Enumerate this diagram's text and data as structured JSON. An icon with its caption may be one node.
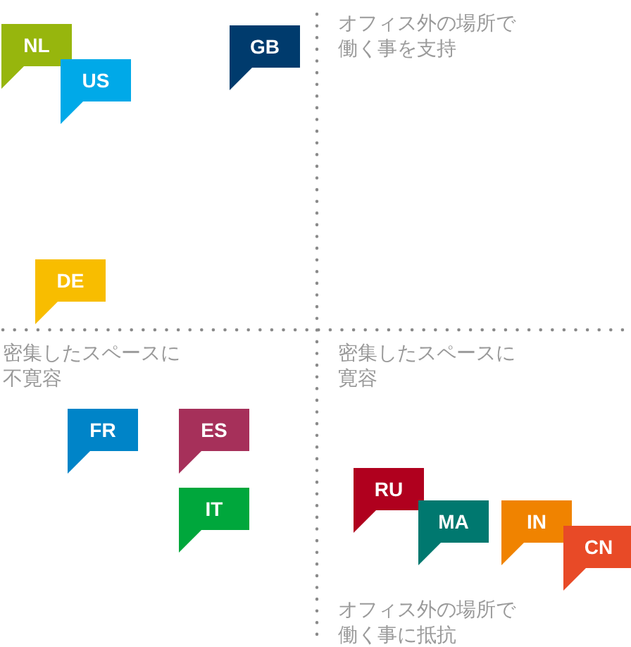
{
  "diagram": {
    "nodes": [
      {
        "text": [
          "NL"
        ]
      },
      {
        "text": [
          "US"
        ]
      },
      {
        "text": [
          "GB"
        ]
      },
      {
        "text": [
          "DE"
        ]
      },
      {
        "text": [
          "FR"
        ]
      },
      {
        "text": [
          "ES"
        ]
      },
      {
        "text": [
          "IT"
        ]
      },
      {
        "text": [
          "RU"
        ]
      },
      {
        "text": [
          "MA"
        ]
      },
      {
        "text": [
          "IN"
        ]
      },
      {
        "text": [
          "CN"
        ]
      }
    ],
    "labels": [
      "オフィス外の場所で働く事を支持",
      "密集したスペースに不寛容",
      "密集したスペースに寛容",
      "オフィス外の場所で働く事に抵抗"
    ]
  }
}
